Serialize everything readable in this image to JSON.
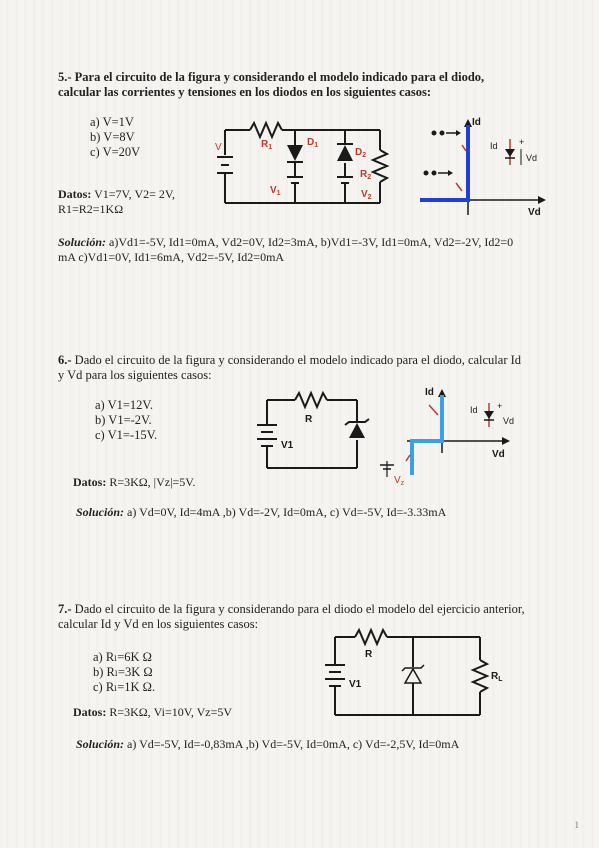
{
  "p5": {
    "heading_num": "5.-",
    "heading_text": "Para el circuito de la figura y considerando el modelo indicado para el diodo, calcular las corrientes y tensiones en los diodos en los siguientes casos:",
    "cases": [
      "a)  V=1V",
      "b)  V=8V",
      "c)  V=20V"
    ],
    "datos_label": "Datos:",
    "datos_line1": " V1=7V, V2= 2V,",
    "datos_line2": "R1=R2=1KΩ",
    "sol_label": "Solución:",
    "sol_text": " a)Vd1=-5V, Id1=0mA, Vd2=0V, Id2=3mA, b)Vd1=-3V, Id1=0mA, Vd2=-2V, Id2=0 mA c)Vd1=0V, Id1=6mA, Vd2=-5V, Id2=0mA",
    "labels": {
      "v": "V",
      "r1": "R",
      "r1s": "1",
      "d1": "D",
      "d1s": "1",
      "d2": "D",
      "d2s": "2",
      "r2": "R",
      "r2s": "2",
      "v1": "V",
      "v1s": "1",
      "v2": "V",
      "v2s": "2",
      "id": "Id",
      "vd": "Vd",
      "id2": "Id",
      "vd2": "Vd",
      "plus": "+"
    }
  },
  "p6": {
    "heading_num": "6.-",
    "heading_text": "Dado el circuito de la figura y considerando el modelo indicado para el diodo, calcular  Id y Vd para los siguientes casos:",
    "cases": [
      "a) V1=12V.",
      "b) V1=-2V.",
      "c) V1=-15V."
    ],
    "datos_label": "Datos:",
    "datos_text": " R=3KΩ, |Vz|=5V.",
    "sol_label": "Solución:",
    "sol_text": " a) Vd=0V, Id=4mA ,b) Vd=-2V, Id=0mA, c) Vd=-5V, Id=-3.33mA",
    "labels": {
      "r": "R",
      "v1": "V1",
      "id": "Id",
      "vd": "Vd",
      "vz": "V",
      "vzs": "z",
      "id2": "Id",
      "vd2": "Vd",
      "plus": "+"
    }
  },
  "p7": {
    "heading_num": "7.-",
    "heading_text": "Dado el circuito de la figura y considerando para el diodo el modelo del ejercicio anterior, calcular  Id y Vd en los siguientes casos:",
    "cases": [
      "a) Rₗ=6K  Ω",
      "b) Rₗ=3K  Ω",
      "c) Rₗ=1K  Ω."
    ],
    "datos_label": "Datos:",
    "datos_text": " R=3KΩ, Vi=10V, Vz=5V",
    "sol_label": "Solución:",
    "sol_text": " a) Vd=-5V, Id=-0,83mA ,b) Vd=-5V, Id=0mA, c) Vd=-2,5V, Id=0mA",
    "labels": {
      "r": "R",
      "v1": "V1",
      "rl": "R",
      "rls": "L"
    }
  },
  "colors": {
    "blue": "#1f3fd6",
    "lightblue": "#3aa0e8",
    "red": "#c0392b",
    "dark": "#1a1a1a"
  },
  "page_number": "1"
}
